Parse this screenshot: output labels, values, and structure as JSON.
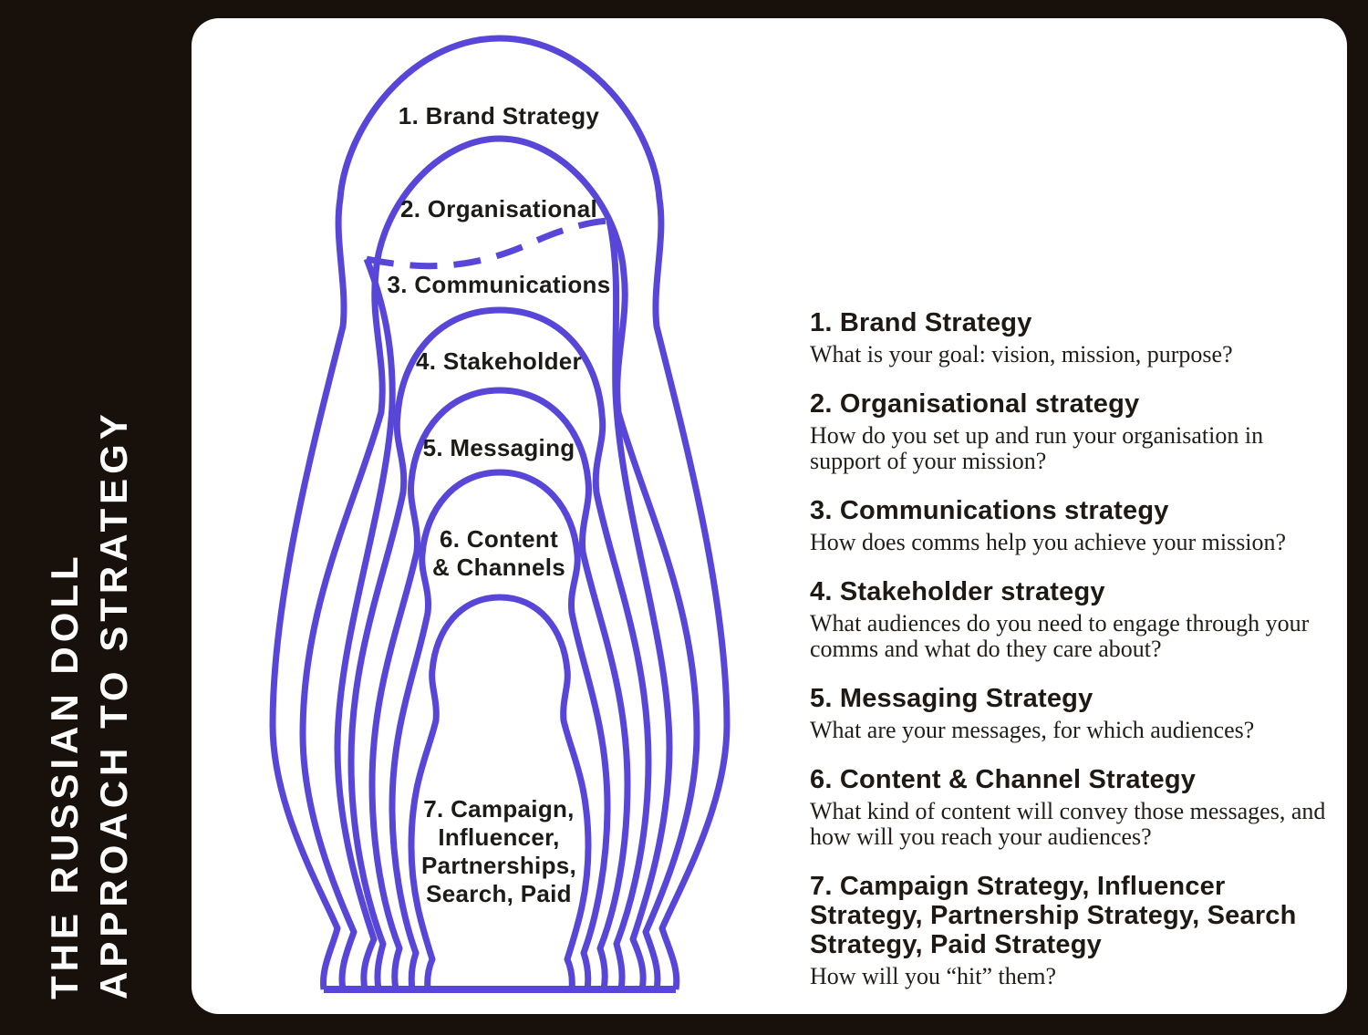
{
  "page": {
    "background_color": "#18100a",
    "card_color": "#ffffff",
    "accent_color": "#5846d8",
    "text_color": "#1e1914"
  },
  "sidebar": {
    "title_line1": "THE RUSSIAN DOLL",
    "title_line2": "APPROACH TO STRATEGY"
  },
  "doll": {
    "labels": [
      [
        "1. Brand Strategy"
      ],
      [
        "2. Organisational"
      ],
      [
        "3. Communications"
      ],
      [
        "4. Stakeholder"
      ],
      [
        "5. Messaging"
      ],
      [
        "6. Content",
        "& Channels"
      ],
      [
        "7. Campaign,",
        "Influencer,",
        "Partnerships,",
        "Search, Paid"
      ]
    ]
  },
  "legend": {
    "items": [
      {
        "heading": "1. Brand Strategy",
        "body": "What is your goal: vision, mission, purpose?"
      },
      {
        "heading": "2. Organisational strategy",
        "body": "How do you set up and run your organisation in support of your mission?"
      },
      {
        "heading": "3. Communications strategy",
        "body": "How does comms help you achieve your mission?"
      },
      {
        "heading": "4. Stakeholder strategy",
        "body": "What audiences do you need to engage through your comms and what do they care about?"
      },
      {
        "heading": "5. Messaging Strategy",
        "body": "What are your messages, for which audiences?"
      },
      {
        "heading": "6. Content & Channel Strategy",
        "body": "What kind of content will convey those messages, and how will you reach your audiences?"
      },
      {
        "heading": "7. Campaign Strategy, Influencer Strategy, Partnership Strategy, Search Strategy, Paid Strategy",
        "body": "How will you “hit” them?"
      }
    ]
  }
}
